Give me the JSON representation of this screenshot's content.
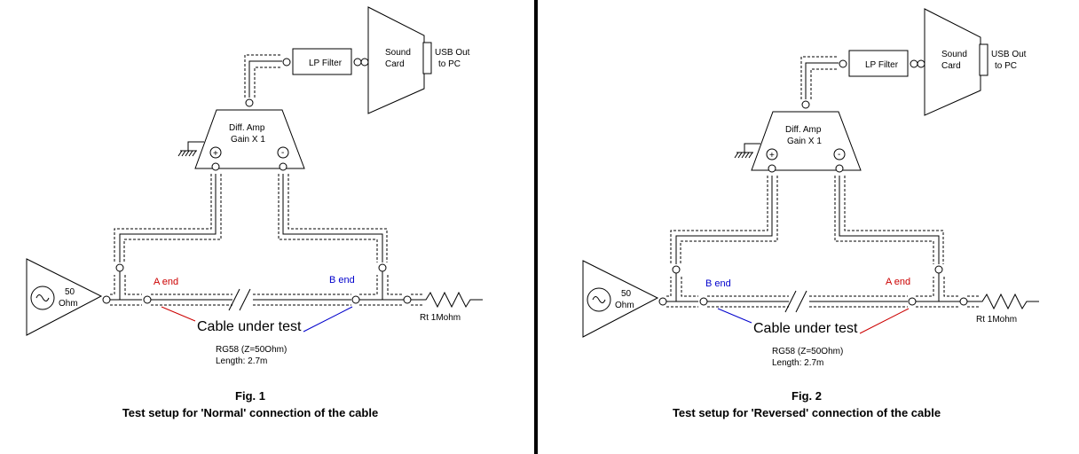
{
  "figures": [
    {
      "lp_filter_label": "LP Filter",
      "sound_card_line1": "Sound",
      "sound_card_line2": "Card",
      "usb_line1": "USB Out",
      "usb_line2": "to PC",
      "amp_line1": "Diff. Amp",
      "amp_line2": "Gain X 1",
      "plus_label": "+",
      "minus_label": "-",
      "source_line1": "50",
      "source_line2": "Ohm",
      "left_end_label": "A end",
      "right_end_label": "B end",
      "left_end_color": "#cc0000",
      "right_end_color": "#0000cc",
      "cable_label": "Cable under test",
      "load_label": "Rt  1Mohm",
      "cable_spec1": "RG58 (Z=50Ohm)",
      "cable_spec2": "Length: 2.7m",
      "caption_title": "Fig. 1",
      "caption_text": "Test setup for 'Normal' connection of the cable"
    },
    {
      "lp_filter_label": "LP Filter",
      "sound_card_line1": "Sound",
      "sound_card_line2": "Card",
      "usb_line1": "USB Out",
      "usb_line2": "to PC",
      "amp_line1": "Diff. Amp",
      "amp_line2": "Gain X 1",
      "plus_label": "+",
      "minus_label": "-",
      "source_line1": "50",
      "source_line2": "Ohm",
      "left_end_label": "B end",
      "right_end_label": "A end",
      "left_end_color": "#0000cc",
      "right_end_color": "#cc0000",
      "cable_label": "Cable under test",
      "load_label": "Rt  1Mohm",
      "cable_spec1": "RG58 (Z=50Ohm)",
      "cable_spec2": "Length: 2.7m",
      "caption_title": "Fig. 2",
      "caption_text": "Test setup for 'Reversed' connection of the cable"
    }
  ],
  "divider_color": "#000000"
}
